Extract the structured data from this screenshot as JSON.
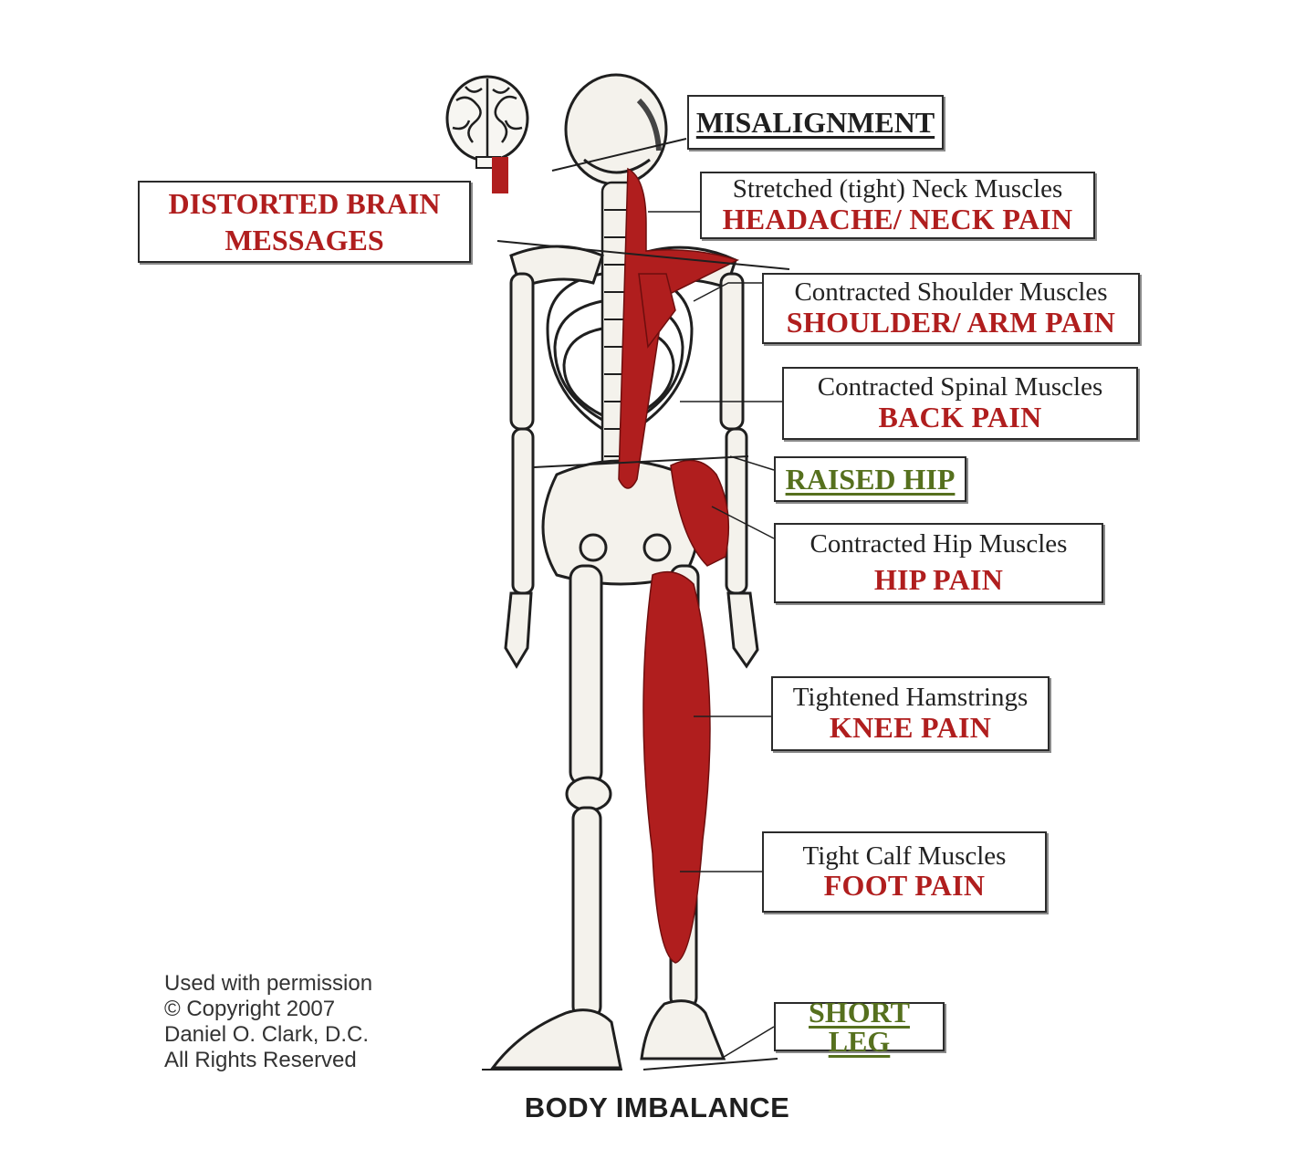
{
  "labels": {
    "distorted_brain": {
      "lines": [
        "DISTORTED BRAIN",
        "MESSAGES"
      ]
    },
    "misalignment": "MISALIGNMENT",
    "neck": {
      "cause": "Stretched (tight) Neck Muscles",
      "pain": "HEADACHE/ NECK PAIN"
    },
    "shoulder": {
      "cause": "Contracted Shoulder Muscles",
      "pain": "SHOULDER/ ARM PAIN"
    },
    "spine": {
      "cause": "Contracted Spinal Muscles",
      "pain": "BACK PAIN"
    },
    "raised_hip": "RAISED HIP",
    "hip": {
      "cause": "Contracted Hip Muscles",
      "pain": "HIP PAIN"
    },
    "knee": {
      "cause": "Tightened Hamstrings",
      "pain": "KNEE PAIN"
    },
    "calf": {
      "cause": "Tight Calf Muscles",
      "pain": "FOOT PAIN"
    },
    "short_leg": "SHORT LEG"
  },
  "credit": [
    "Used with permission",
    "© Copyright 2007",
    "Daniel O. Clark, D.C.",
    "All Rights Reserved"
  ],
  "caption": "BODY IMBALANCE",
  "colors": {
    "muscle": "#b01e1e",
    "green_label": "#56701e",
    "ink": "#1f1f1f",
    "bone": "#f4f2ec"
  }
}
